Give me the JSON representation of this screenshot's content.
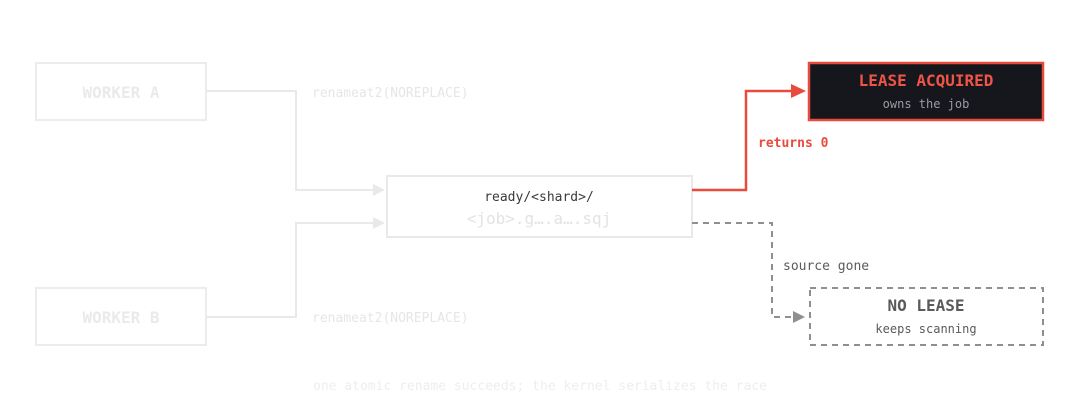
{
  "workers": {
    "a": {
      "label": "WORKER A",
      "call": "renameat2(NOREPLACE)"
    },
    "b": {
      "label": "WORKER B",
      "call": "renameat2(NOREPLACE)"
    }
  },
  "source": {
    "dir": "ready/<shard>/",
    "file": "<job>.g….a….sqj"
  },
  "win": {
    "edge_label": "returns 0",
    "title": "LEASE ACQUIRED",
    "subtitle": "owns the job"
  },
  "lose": {
    "edge_label": "source gone",
    "title": "NO LEASE",
    "subtitle": "keeps scanning"
  },
  "caption": "one atomic rename succeeds; the kernel serializes the race",
  "colors": {
    "accent": "#e84a3d",
    "dark_fill": "#15171c",
    "muted": "#8f8f8f",
    "faint": "#e9e9e9"
  }
}
